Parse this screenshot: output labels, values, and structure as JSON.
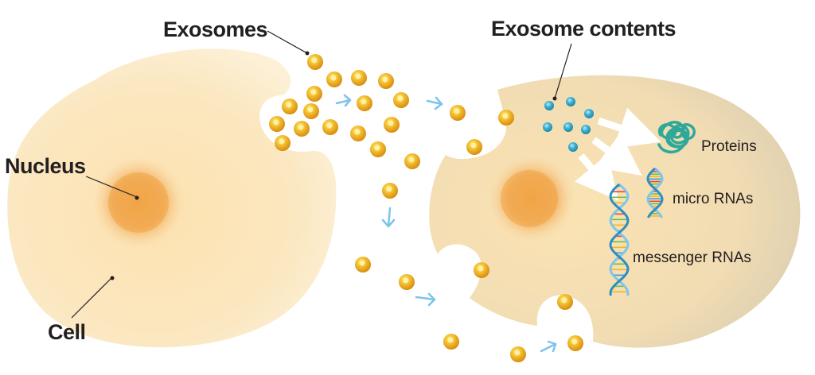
{
  "labels": {
    "exosomes": "Exosomes",
    "exosome_contents": "Exosome contents",
    "nucleus": "Nucleus",
    "cell": "Cell",
    "proteins": "Proteins",
    "micro_rnas": "micro RNAs",
    "messenger_rnas": "messenger RNAs"
  },
  "colors": {
    "cell_fill": "#fbe6b8",
    "cell_right_fill": "#f2dcae",
    "nucleus_core": "#f0a64c",
    "exosome": "#f2b62a",
    "content_dot": "#3aaecf",
    "protein": "#2fa89a",
    "arrow_flow": "#7cc4ea",
    "arrow_white": "#ffffff"
  },
  "icons": {
    "exosome": "yellow-sphere",
    "content": "blue-dot",
    "protein": "tangled-coil",
    "rna": "double-helix"
  }
}
